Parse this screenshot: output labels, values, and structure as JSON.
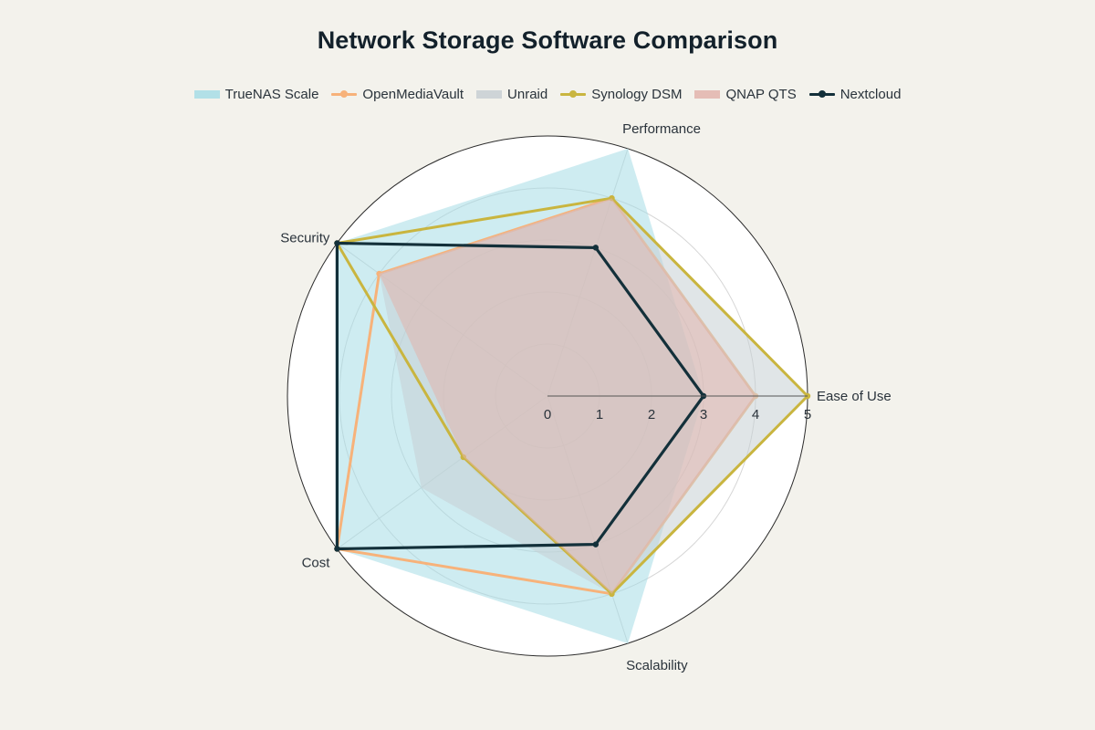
{
  "chart_data": {
    "type": "radar",
    "title": "Network Storage Software Comparison",
    "axes": [
      "Ease of Use",
      "Performance",
      "Security",
      "Cost",
      "Scalability"
    ],
    "rlim": [
      0,
      5
    ],
    "radial_ticks": [
      0,
      1,
      2,
      3,
      4,
      5
    ],
    "grid": true,
    "legend_position": "top",
    "series": [
      {
        "name": "TrueNAS Scale",
        "values": [
          3,
          5,
          5,
          5,
          5
        ],
        "color": "#a6dde6",
        "style": "fill"
      },
      {
        "name": "OpenMediaVault",
        "values": [
          4,
          4,
          4,
          5,
          4
        ],
        "color": "#f7b27a",
        "style": "line"
      },
      {
        "name": "Unraid",
        "values": [
          5,
          4,
          4,
          3,
          4
        ],
        "color": "#c7cfd3",
        "style": "fill"
      },
      {
        "name": "Synology DSM",
        "values": [
          5,
          4,
          5,
          2,
          4
        ],
        "color": "#c9b53f",
        "style": "line"
      },
      {
        "name": "QNAP QTS",
        "values": [
          4,
          4,
          4,
          2,
          4
        ],
        "color": "#e2b4ad",
        "style": "fill"
      },
      {
        "name": "Nextcloud",
        "values": [
          3,
          3,
          5,
          5,
          3
        ],
        "color": "#13303a",
        "style": "line"
      }
    ]
  }
}
